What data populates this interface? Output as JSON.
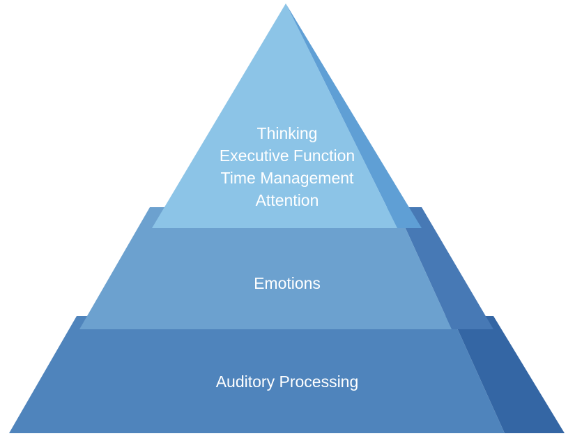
{
  "pyramid": {
    "levels": [
      {
        "lines": [
          "Thinking",
          "Executive Function",
          "Time Management",
          "Attention"
        ],
        "face_color": "#8cc4e7",
        "side_color": "#5f9fd5"
      },
      {
        "lines": [
          "Emotions"
        ],
        "face_color": "#6ca1cf",
        "side_color": "#4779b5"
      },
      {
        "lines": [
          "Auditory Processing"
        ],
        "face_color": "#4f84bc",
        "side_color": "#3466a4"
      }
    ]
  }
}
